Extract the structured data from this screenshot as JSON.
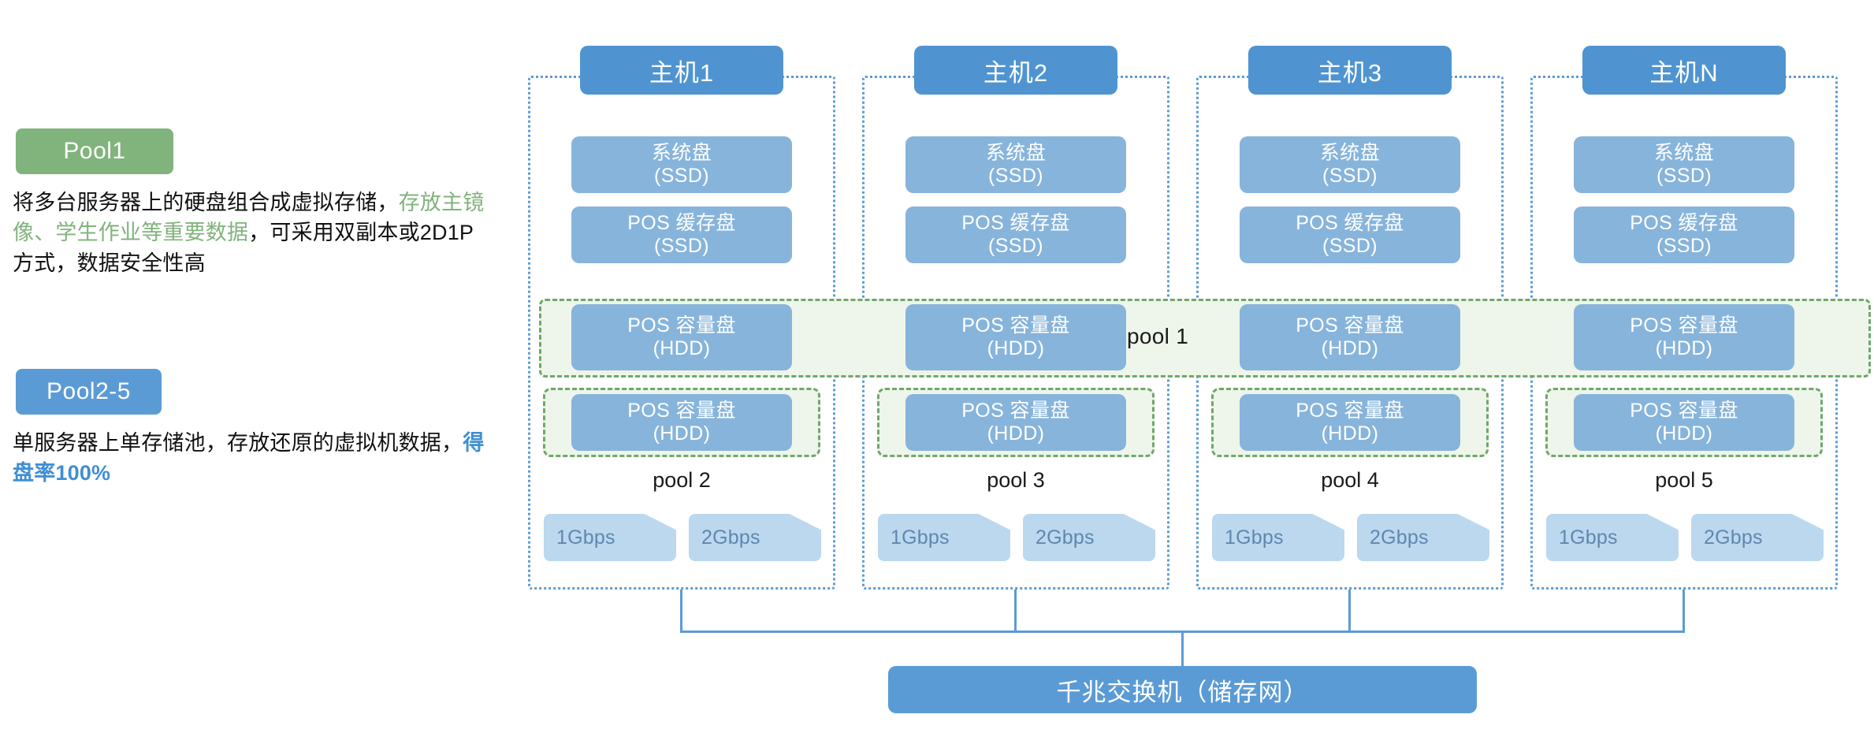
{
  "legend": {
    "pool1": {
      "badge": "Pool1",
      "badge_color": "#81b37c",
      "desc_part1": "将多台服务器上的硬盘组合成虚拟存储，",
      "desc_highlight": "存放主镜像、学生作业等重要数据",
      "desc_part2": "，可采用双副本或2D1P方式，数据安全性高"
    },
    "pool25": {
      "badge": "Pool2-5",
      "badge_color": "#5b9bd5",
      "desc_part1": "单服务器上单存储池，存放还原的虚拟机数据，",
      "desc_highlight": "得盘率100%",
      "desc_part2": ""
    }
  },
  "diagram": {
    "shared_pool_label": "pool 1",
    "switch_label": "千兆交换机（储存网）",
    "colors": {
      "host_title": "#4f94d0",
      "disk": "#87b4db",
      "pool_green_border": "#6fa86a",
      "pool_green_fill": "#eef5ea",
      "dotted_border": "#5b9bd5",
      "nic_fill": "#bcd8ef",
      "nic_text": "#5f87ae",
      "switch": "#5b9bd5"
    },
    "hosts": [
      {
        "title": "主机1",
        "disks": [
          {
            "line1": "系统盘",
            "line2": "(SSD)"
          },
          {
            "line1": "POS 缓存盘",
            "line2": "(SSD)"
          },
          {
            "line1": "POS 容量盘",
            "line2": "(HDD)"
          },
          {
            "line1": "POS 容量盘",
            "line2": "(HDD)"
          }
        ],
        "pool_label": "pool 2",
        "nics": [
          "1Gbps",
          "2Gbps"
        ]
      },
      {
        "title": "主机2",
        "disks": [
          {
            "line1": "系统盘",
            "line2": "(SSD)"
          },
          {
            "line1": "POS 缓存盘",
            "line2": "(SSD)"
          },
          {
            "line1": "POS 容量盘",
            "line2": "(HDD)"
          },
          {
            "line1": "POS 容量盘",
            "line2": "(HDD)"
          }
        ],
        "pool_label": "pool 3",
        "nics": [
          "1Gbps",
          "2Gbps"
        ]
      },
      {
        "title": "主机3",
        "disks": [
          {
            "line1": "系统盘",
            "line2": "(SSD)"
          },
          {
            "line1": "POS 缓存盘",
            "line2": "(SSD)"
          },
          {
            "line1": "POS 容量盘",
            "line2": "(HDD)"
          },
          {
            "line1": "POS 容量盘",
            "line2": "(HDD)"
          }
        ],
        "pool_label": "pool 4",
        "nics": [
          "1Gbps",
          "2Gbps"
        ]
      },
      {
        "title": "主机N",
        "disks": [
          {
            "line1": "系统盘",
            "line2": "(SSD)"
          },
          {
            "line1": "POS 缓存盘",
            "line2": "(SSD)"
          },
          {
            "line1": "POS 容量盘",
            "line2": "(HDD)"
          },
          {
            "line1": "POS 容量盘",
            "line2": "(HDD)"
          }
        ],
        "pool_label": "pool 5",
        "nics": [
          "1Gbps",
          "2Gbps"
        ]
      }
    ]
  }
}
